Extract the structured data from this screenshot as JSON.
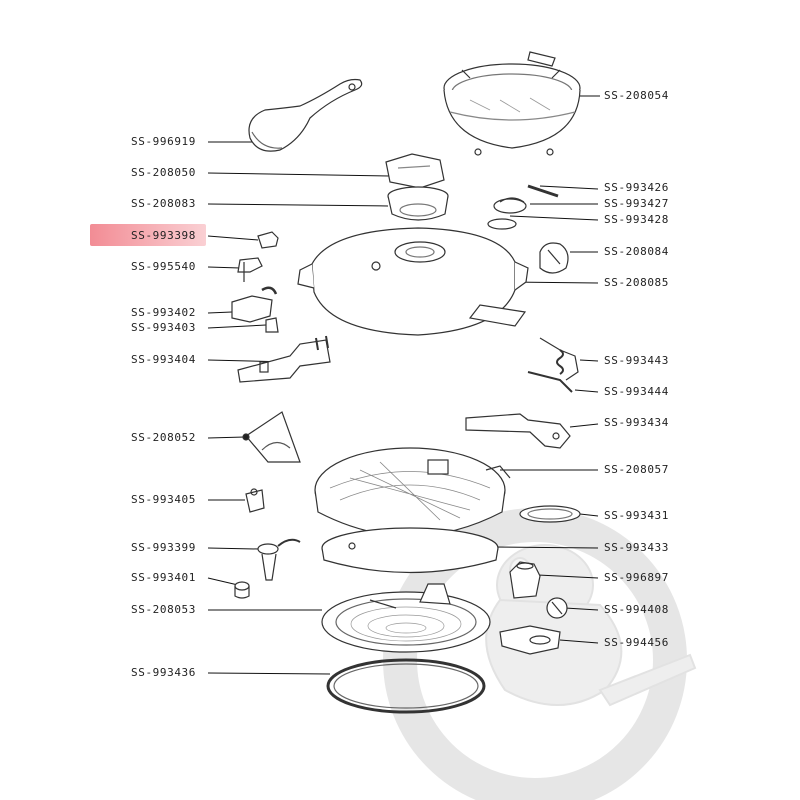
{
  "highlight_color": "#f07882",
  "selected_part": "SS-993398",
  "left_labels": [
    "SS-996919",
    "SS-208050",
    "SS-208083",
    "SS-993398",
    "SS-995540",
    "SS-993402",
    "SS-993403",
    "SS-993404",
    "SS-208052",
    "SS-993405",
    "SS-993399",
    "SS-993401",
    "SS-208053",
    "SS-993436"
  ],
  "right_labels": [
    "SS-208054",
    "SS-993426",
    "SS-993427",
    "SS-993428",
    "SS-208084",
    "SS-208085",
    "SS-993443",
    "SS-993444",
    "SS-993434",
    "SS-208057",
    "SS-993431",
    "SS-993433",
    "SS-996897",
    "SS-994408",
    "SS-994456"
  ]
}
